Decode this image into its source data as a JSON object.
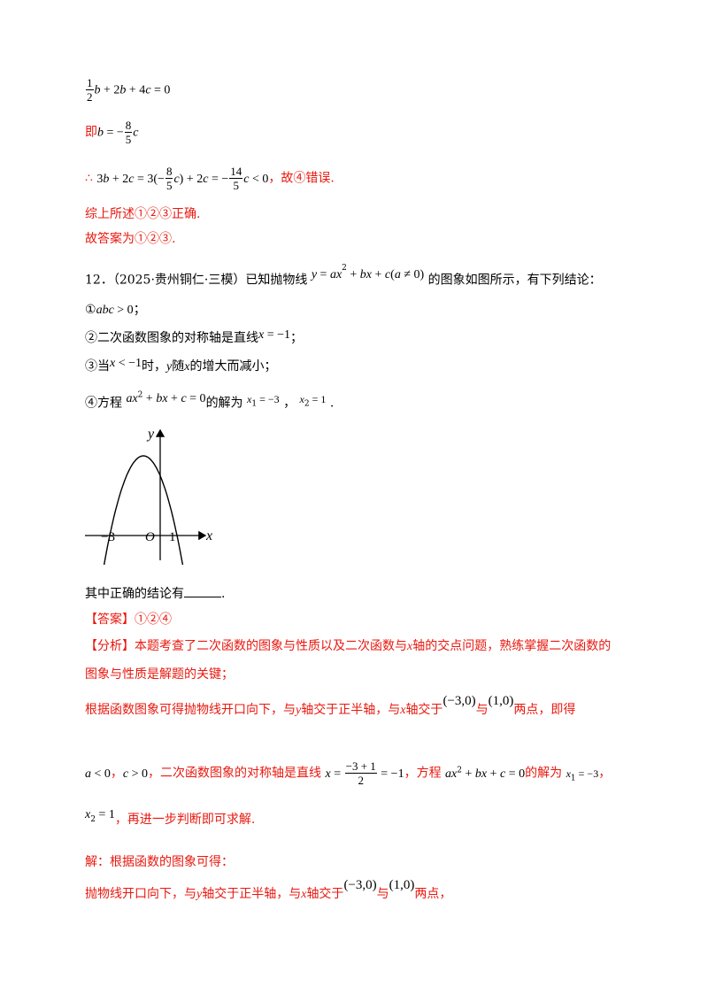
{
  "prev": {
    "eq1": "1/2 b + 2b + 4c = 0",
    "l2_prefix": "即",
    "l2_eq": "b = −8/5 c",
    "l3_therefore": "∴",
    "l3_eq": "3b + 2c = 3(−8/5 c) + 2c = −14/5 c < 0",
    "l3_text": "，故④错误.",
    "l4": "综上所述①②③正确.",
    "l5": "故答案为①②③."
  },
  "question": {
    "number": "12．",
    "source": "（2025·贵州铜仁·三模）",
    "stem_a": "已知抛物线",
    "stem_eq": "y = ax² + bx + c (a ≠ 0)",
    "stem_b": "的图象如图所示，有下列结论：",
    "c1_num": "①",
    "c1_eq": "abc > 0",
    "c1_end": "；",
    "c2_num": "②",
    "c2_text": "二次函数图象的对称轴是直线",
    "c2_eq": "x = −1",
    "c2_end": "；",
    "c3_num": "③",
    "c3_a": "当",
    "c3_eq": "x < −1",
    "c3_b": "时，",
    "c3_y": "y",
    "c3_c": "随",
    "c3_x": "x",
    "c3_d": "的增大而减小；",
    "c4_num": "④",
    "c4_a": "方程",
    "c4_eq": "ax² + bx + c = 0",
    "c4_b": "的解为",
    "c4_x1": "x₁ = −3",
    "c4_sep": "，",
    "c4_x2": "x₂ = 1",
    "c4_end": ".",
    "ask": "其中正确的结论有",
    "ask_end": "."
  },
  "graph": {
    "y_label": "y",
    "x_label": "x",
    "origin_label": "O",
    "tick_neg3": "−3",
    "tick_1": "1"
  },
  "answer": {
    "label": "【答案】",
    "value": "①②④"
  },
  "analysis": {
    "label": "【分析】",
    "p1a": "本题考查了二次函数的图象与性质以及二次函数与",
    "p1x": "x",
    "p1b": "轴的交点问题，熟练掌握二次函数的",
    "p2": "图象与性质是解题的关键；",
    "p3a": "根据函数图象可得抛物线开口向下，与",
    "p3y": "y",
    "p3b": "轴交于正半轴，与",
    "p3x": "x",
    "p3c": "轴交于",
    "p3p1": "(−3,0)",
    "p3d": "与",
    "p3p2": "(1,0)",
    "p3e": "两点，即得",
    "p4a": "a < 0",
    "p4sep": "，",
    "p4b": "c > 0",
    "p4c": "，二次函数图象的对称轴是直线",
    "p4eq": "x = (−3+1)/2 = −1",
    "p4d": "，方程",
    "p4eq2": "ax² + bx + c = 0",
    "p4e": "的解为",
    "p4x1": "x₁ = −3",
    "p4f": "，",
    "p5x2": "x₂ = 1",
    "p5a": "，再进一步判断即可求解."
  },
  "solution": {
    "s1": "解：根据函数的图象可得：",
    "s2a": "抛物线开口向下，与",
    "s2y": "y",
    "s2b": "轴交于正半轴，与",
    "s2x": "x",
    "s2c": "轴交于",
    "s2p1": "(−3,0)",
    "s2d": "与",
    "s2p2": "(1,0)",
    "s2e": "两点，"
  },
  "colors": {
    "red": "#e8180f",
    "black": "#000000"
  }
}
